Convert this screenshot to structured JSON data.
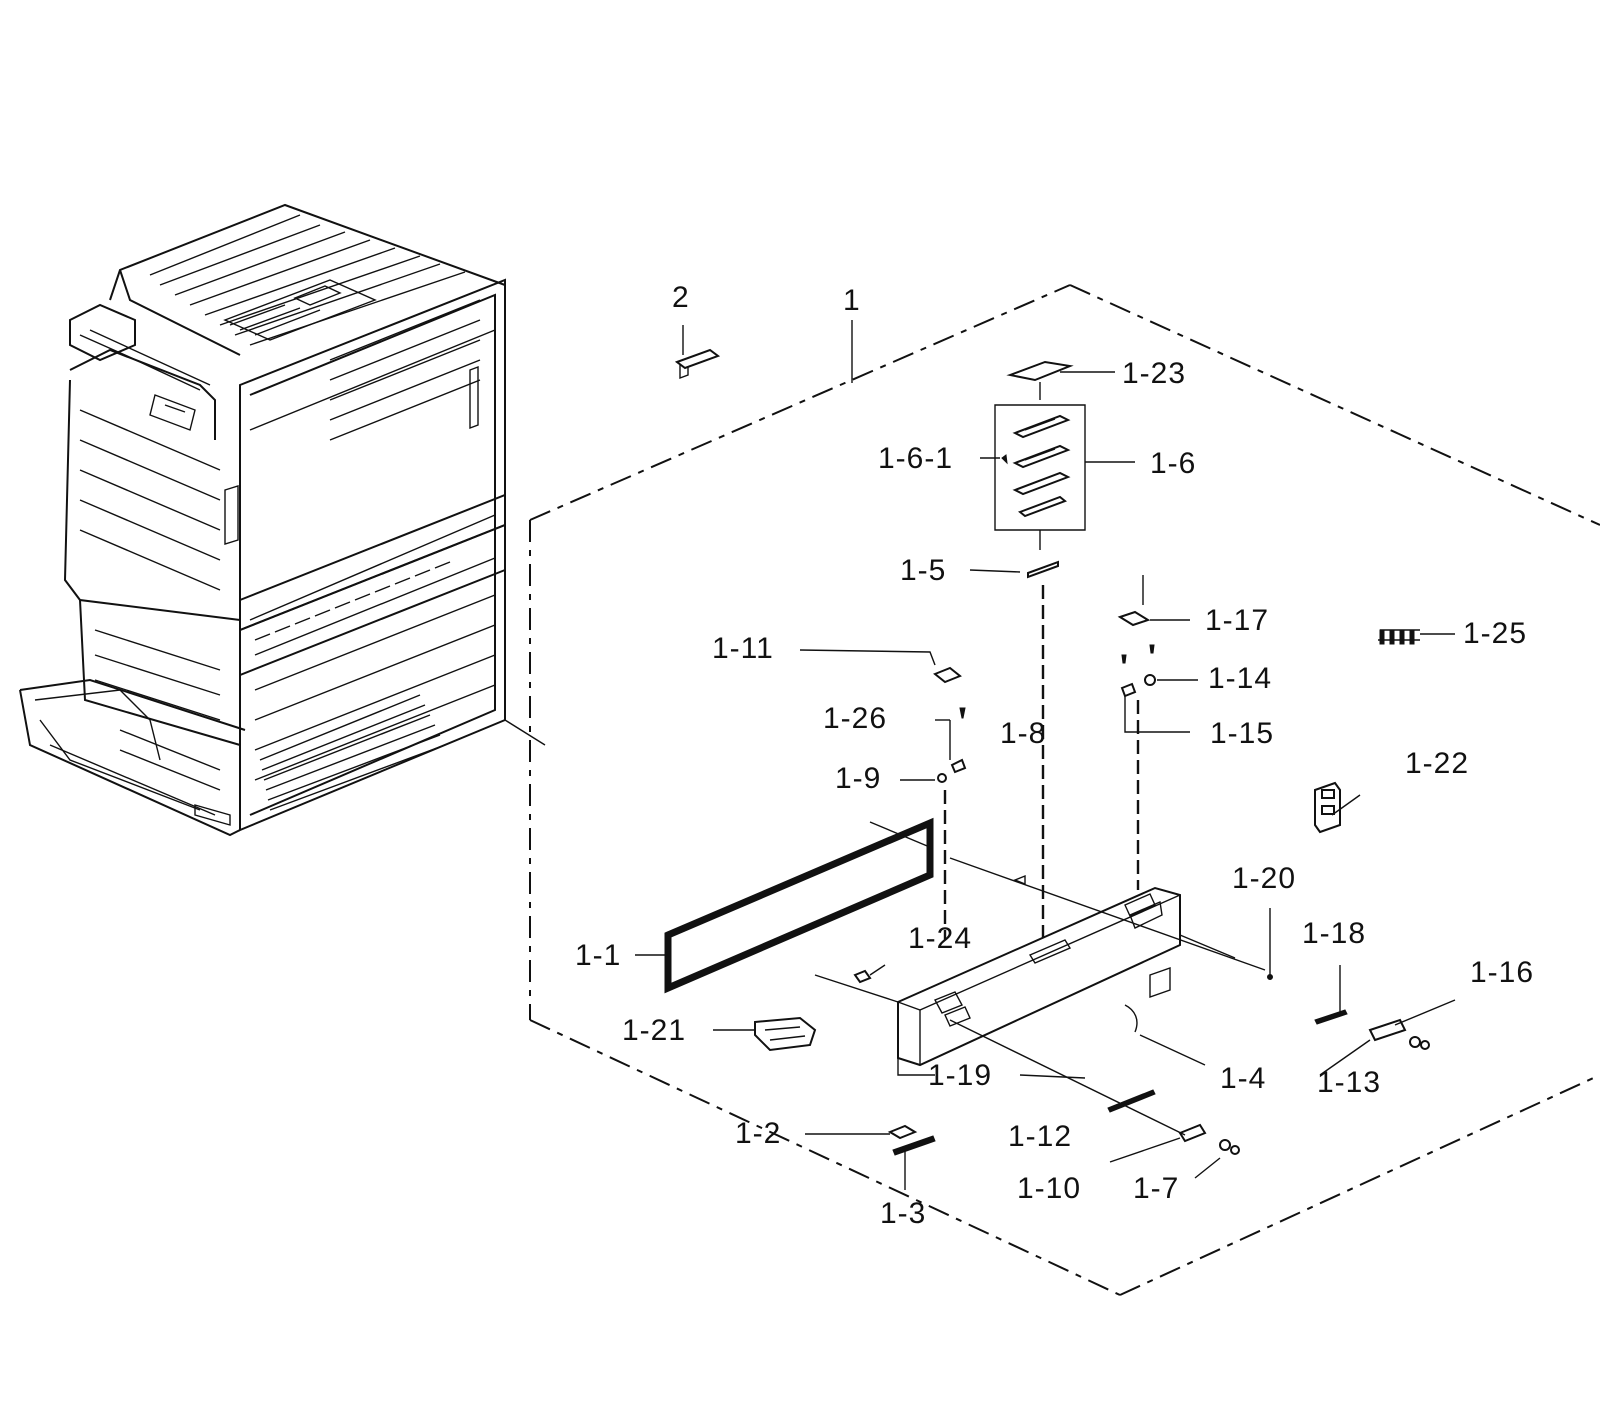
{
  "diagram": {
    "labels": {
      "l2": "2",
      "l1": "1",
      "l1_23": "1-23",
      "l1_6_1": "1-6-1",
      "l1_6": "1-6",
      "l1_5": "1-5",
      "l1_17": "1-17",
      "l1_25": "1-25",
      "l1_11": "1-11",
      "l1_14": "1-14",
      "l1_26": "1-26",
      "l1_8": "1-8",
      "l1_15": "1-15",
      "l1_9": "1-9",
      "l1_22": "1-22",
      "l1_20": "1-20",
      "l1_24": "1-24",
      "l1_18": "1-18",
      "l1_1": "1-1",
      "l1_16": "1-16",
      "l1_21": "1-21",
      "l1_19": "1-19",
      "l1_4": "1-4",
      "l1_13": "1-13",
      "l1_2": "1-2",
      "l1_12": "1-12",
      "l1_10": "1-10",
      "l1_7": "1-7",
      "l1_3": "1-3"
    }
  }
}
